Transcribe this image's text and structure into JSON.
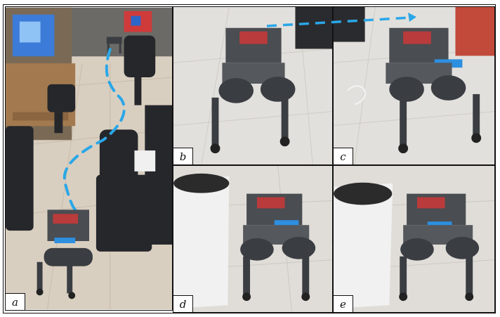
{
  "figure": {
    "panels": [
      {
        "id": "a",
        "label": "a"
      },
      {
        "id": "b",
        "label": "b"
      },
      {
        "id": "c",
        "label": "c"
      },
      {
        "id": "d",
        "label": "d"
      },
      {
        "id": "e",
        "label": "e"
      }
    ]
  },
  "colors": {
    "path_dash": "#2aa7e8",
    "floor": "#d9cfc0",
    "robot_dark": "#3a3d42",
    "board_red": "#b93b3b",
    "battery_blue": "#2d8fe0",
    "bin_white": "#f1f1f1"
  },
  "icons": [
    "dashed-path-arrow",
    "robot-dog",
    "office-chair",
    "trash-bin"
  ]
}
